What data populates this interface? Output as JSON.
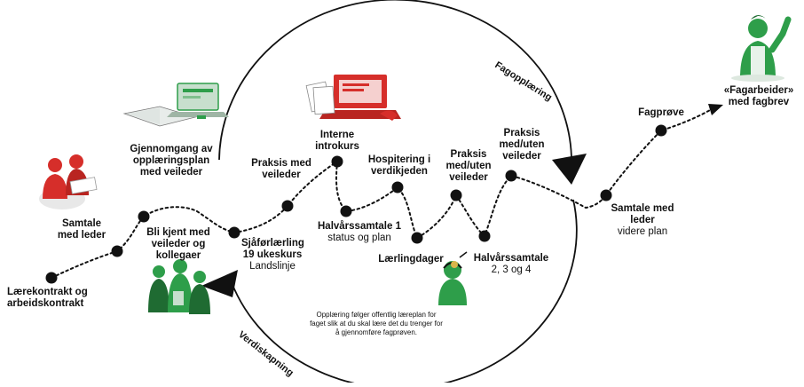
{
  "arc_labels": {
    "top": "Fagopplæring",
    "bottom": "Verdiskapning"
  },
  "note": "Opplæring følger offentlig læreplan for faget slik at du skal lære det du trenger for å gjennomføre fagprøven.",
  "steps": [
    {
      "bold": "Lærekontrakt og arbeidskontrakt",
      "sub": ""
    },
    {
      "bold": "Samtale med leder",
      "sub": ""
    },
    {
      "bold": "Gjennomgang av opplæringsplan med veileder",
      "sub": ""
    },
    {
      "bold": "Bli kjent med veileder og kollegaer",
      "sub": ""
    },
    {
      "bold": "Sjåførlærling 19 ukeskurs",
      "sub": "Landslinje"
    },
    {
      "bold": "Praksis med veileder",
      "sub": ""
    },
    {
      "bold": "Interne introkurs",
      "sub": ""
    },
    {
      "bold": "Halvårssamtale 1",
      "sub": "status og plan"
    },
    {
      "bold": "Hospitering i verdikjeden",
      "sub": ""
    },
    {
      "bold": "Lærlingdager",
      "sub": ""
    },
    {
      "bold": "Praksis med/uten veileder",
      "sub": ""
    },
    {
      "bold": "Halvårssamtale",
      "sub": "2, 3 og 4"
    },
    {
      "bold": "Praksis med/uten veileder",
      "sub": ""
    },
    {
      "bold": "Samtale med leder",
      "sub": "videre plan"
    },
    {
      "bold": "Fagprøve",
      "sub": ""
    },
    {
      "bold": "«Fagarbeider» med fagbrev",
      "sub": ""
    }
  ],
  "colors": {
    "green": "#2e9e4a",
    "dark_green": "#1f6b32",
    "red": "#d62e2a",
    "ink": "#111111"
  },
  "icons": [
    "meeting-people-icon",
    "book-laptop-icon",
    "laptop-documents-icon",
    "team-group-icon",
    "headset-worker-icon",
    "waving-worker-icon"
  ]
}
